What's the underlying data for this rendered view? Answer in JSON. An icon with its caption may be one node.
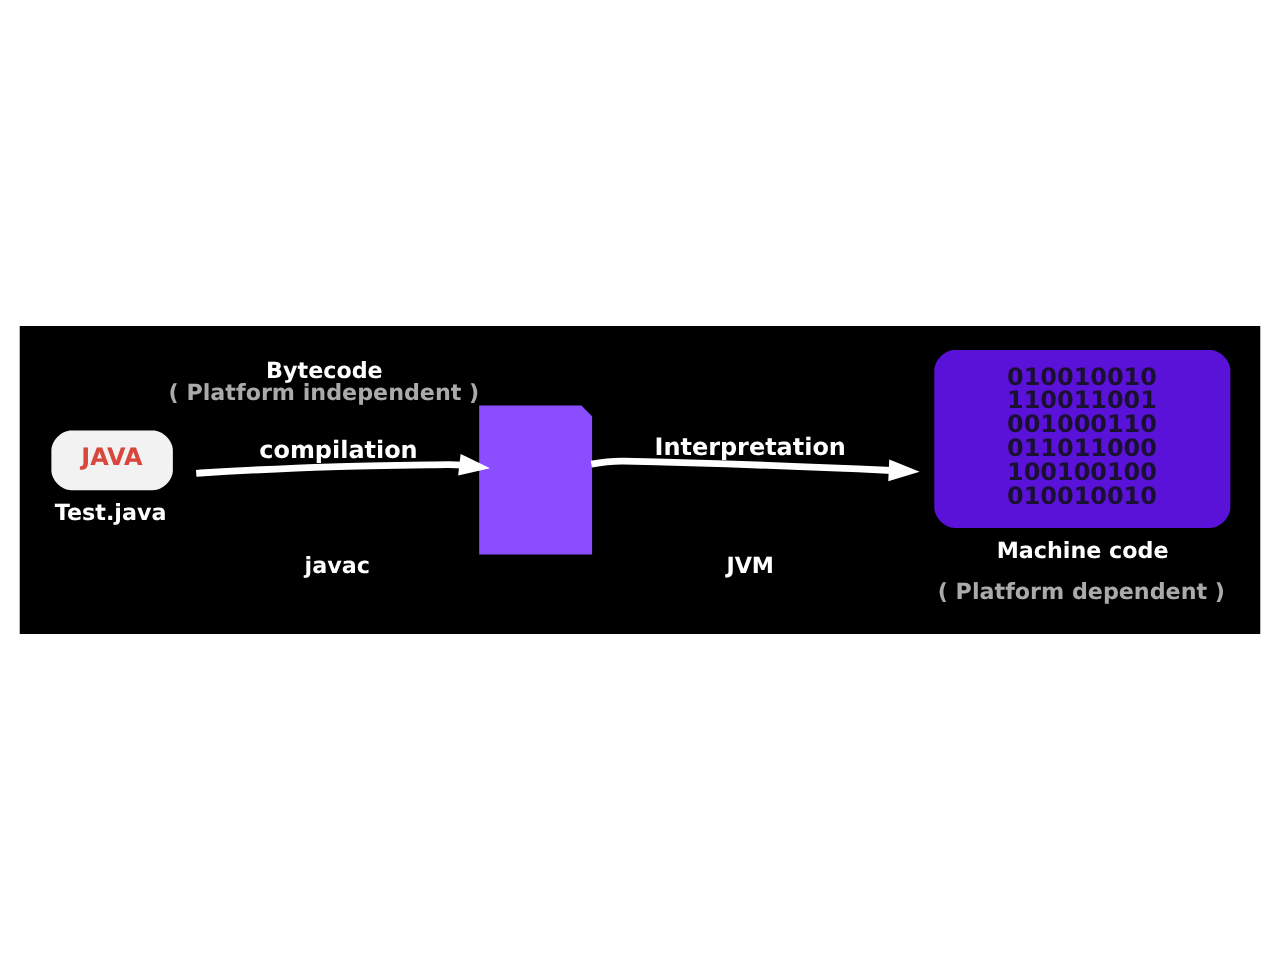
{
  "diagram": {
    "nodes": [
      {
        "text": [
          "JAVA"
        ],
        "beside": [
          "Test.java"
        ]
      },
      {
        "text": [],
        "shape": "document",
        "beside": [
          "Bytecode",
          "( Platform independent )"
        ]
      },
      {
        "text": [
          "010010010 110011001 001000110 011011000 100100100 010010010"
        ],
        "beside": [
          "Machine code",
          "( Platform dependent )"
        ]
      }
    ],
    "edges": [
      {
        "from": 0,
        "to": 1,
        "arrow": "to",
        "label": "compilation"
      },
      {
        "from": 1,
        "to": 2,
        "arrow": "to",
        "label": "Interpretation"
      }
    ],
    "labels": [
      "javac",
      "JVM"
    ]
  }
}
